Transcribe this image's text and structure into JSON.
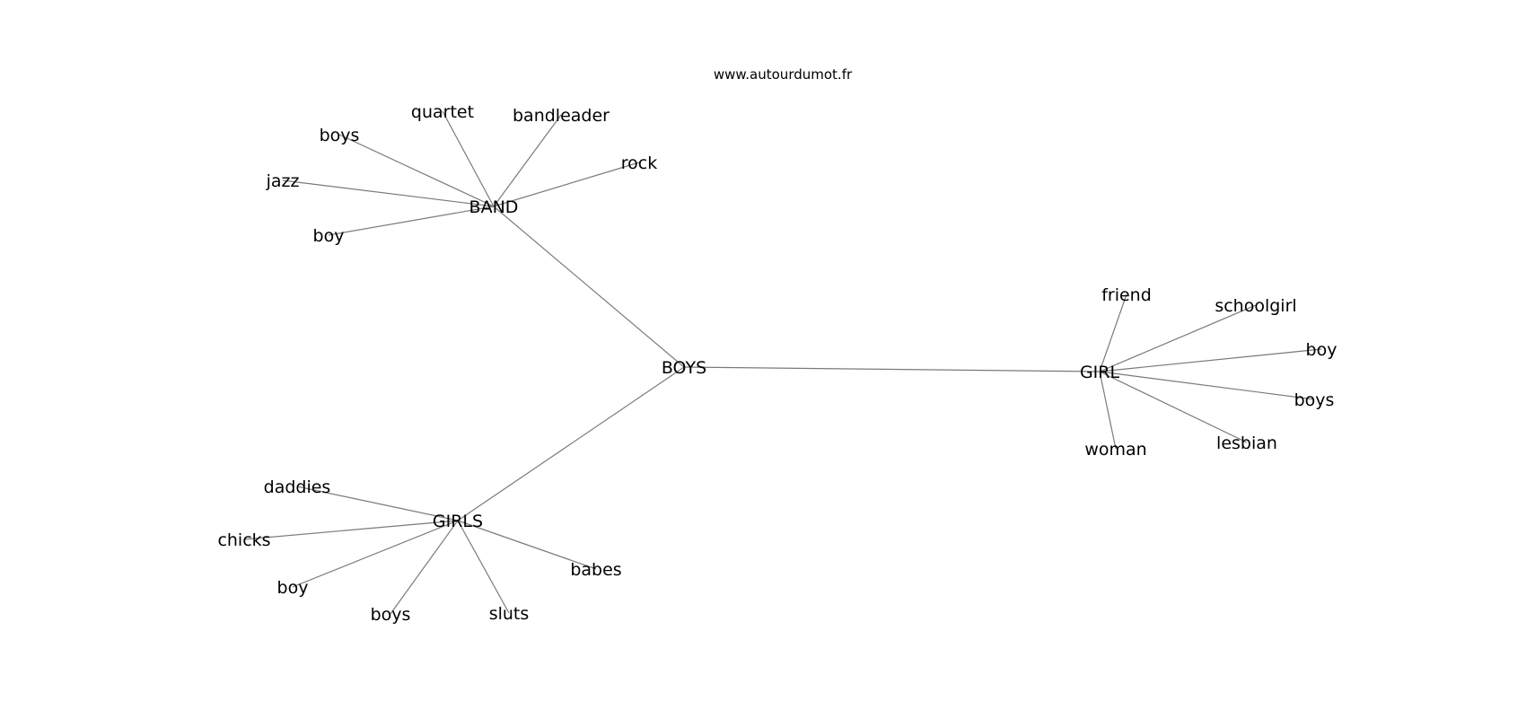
{
  "source": "www.autourdumot.fr",
  "nodes": [
    {
      "id": "boys_center",
      "label": "BOYS"
    },
    {
      "id": "band",
      "label": "BAND"
    },
    {
      "id": "girls",
      "label": "GIRLS"
    },
    {
      "id": "girl",
      "label": "GIRL"
    },
    {
      "id": "band_boys",
      "label": "boys"
    },
    {
      "id": "band_quartet",
      "label": "quartet"
    },
    {
      "id": "band_bandleader",
      "label": "bandleader"
    },
    {
      "id": "band_rock",
      "label": "rock"
    },
    {
      "id": "band_jazz",
      "label": "jazz"
    },
    {
      "id": "band_boy",
      "label": "boy"
    },
    {
      "id": "girl_friend",
      "label": "friend"
    },
    {
      "id": "girl_schoolgirl",
      "label": "schoolgirl"
    },
    {
      "id": "girl_boy",
      "label": "boy"
    },
    {
      "id": "girl_boys",
      "label": "boys"
    },
    {
      "id": "girl_lesbian",
      "label": "lesbian"
    },
    {
      "id": "girl_woman",
      "label": "woman"
    },
    {
      "id": "girls_daddies",
      "label": "daddies"
    },
    {
      "id": "girls_chicks",
      "label": "chicks"
    },
    {
      "id": "girls_boy",
      "label": "boy"
    },
    {
      "id": "girls_boys",
      "label": "boys"
    },
    {
      "id": "girls_sluts",
      "label": "sluts"
    },
    {
      "id": "girls_babes",
      "label": "babes"
    }
  ],
  "edges": [
    [
      "boys_center",
      "band"
    ],
    [
      "boys_center",
      "girls"
    ],
    [
      "boys_center",
      "girl"
    ],
    [
      "band",
      "band_boys"
    ],
    [
      "band",
      "band_quartet"
    ],
    [
      "band",
      "band_bandleader"
    ],
    [
      "band",
      "band_rock"
    ],
    [
      "band",
      "band_jazz"
    ],
    [
      "band",
      "band_boy"
    ],
    [
      "girl",
      "girl_friend"
    ],
    [
      "girl",
      "girl_schoolgirl"
    ],
    [
      "girl",
      "girl_boy"
    ],
    [
      "girl",
      "girl_boys"
    ],
    [
      "girl",
      "girl_lesbian"
    ],
    [
      "girl",
      "girl_woman"
    ],
    [
      "girls",
      "girls_daddies"
    ],
    [
      "girls",
      "girls_chicks"
    ],
    [
      "girls",
      "girls_boy"
    ],
    [
      "girls",
      "girls_boys"
    ],
    [
      "girls",
      "girls_sluts"
    ],
    [
      "girls",
      "girls_babes"
    ]
  ]
}
